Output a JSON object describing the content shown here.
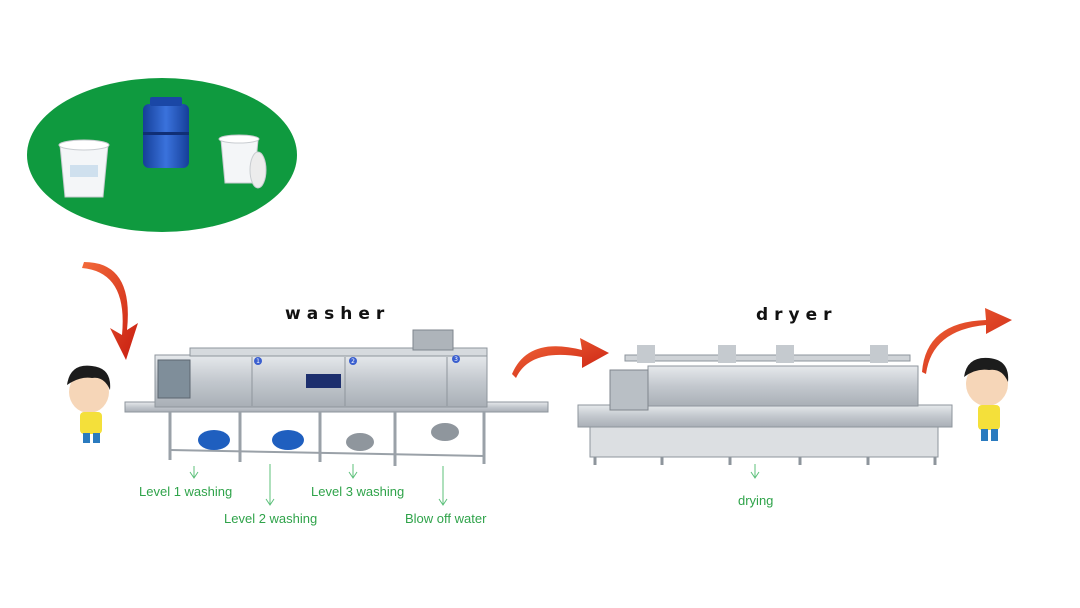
{
  "titles": {
    "washer": "washer",
    "dryer": "dryer"
  },
  "labels": {
    "level1": "Level 1 washing",
    "level2": "Level 2 washing",
    "level3": "Level 3 washing",
    "blow": "Blow off water",
    "drying": "drying"
  },
  "washer_panel_numbers": [
    "1",
    "2",
    "3"
  ],
  "colors": {
    "ellipse_green": "#0f9a3f",
    "arrow_red": "#e0321a",
    "label_green": "#2fa34a",
    "steel": "#c9ced4",
    "motor_blue": "#1f5fbf",
    "drum_blue": "#1e4fb8",
    "shirt_yellow": "#f4e03a"
  },
  "icons": [
    "bucket-icon",
    "drum-icon",
    "bucket-with-lid-icon",
    "boy-icon",
    "curved-arrow-icon",
    "down-arrow-icon"
  ]
}
